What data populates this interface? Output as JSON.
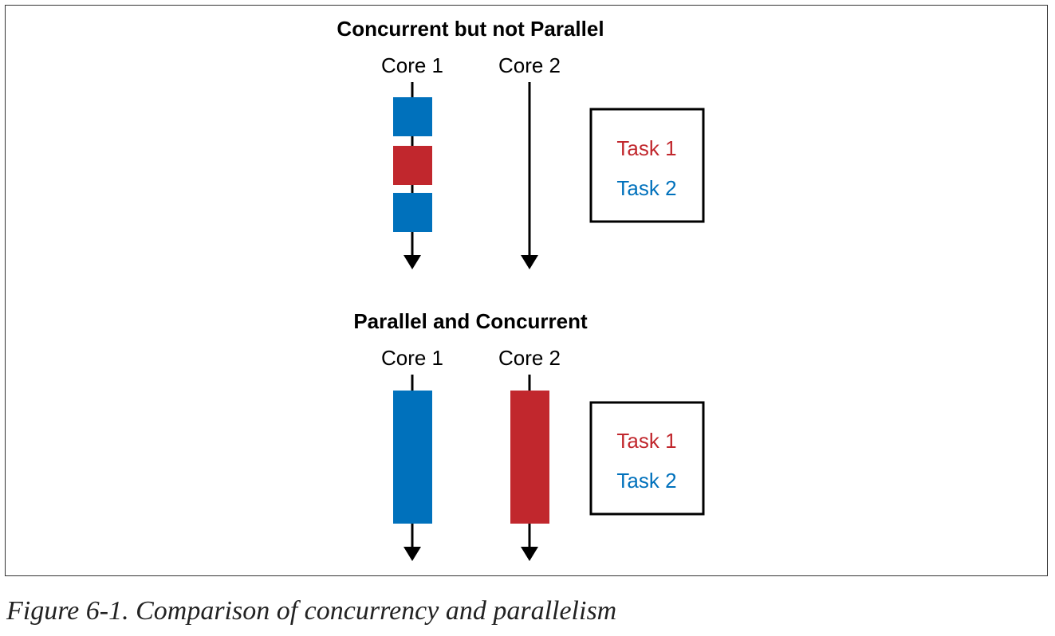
{
  "colors": {
    "task1": "#c1272d",
    "task2": "#0071bc",
    "line": "#000000"
  },
  "diagram": {
    "sections": [
      {
        "title": "Concurrent but not Parallel",
        "cores": [
          {
            "label": "Core 1",
            "segments": [
              {
                "task": "task2"
              },
              {
                "task": "task1"
              },
              {
                "task": "task2"
              }
            ]
          },
          {
            "label": "Core 2",
            "segments": []
          }
        ],
        "legend": {
          "task1": "Task 1",
          "task2": "Task 2"
        }
      },
      {
        "title": "Parallel and Concurrent",
        "cores": [
          {
            "label": "Core 1",
            "segments": [
              {
                "task": "task2"
              }
            ]
          },
          {
            "label": "Core 2",
            "segments": [
              {
                "task": "task1"
              }
            ]
          }
        ],
        "legend": {
          "task1": "Task 1",
          "task2": "Task 2"
        }
      }
    ]
  },
  "caption": "Figure 6-1. Comparison of concurrency and parallelism"
}
